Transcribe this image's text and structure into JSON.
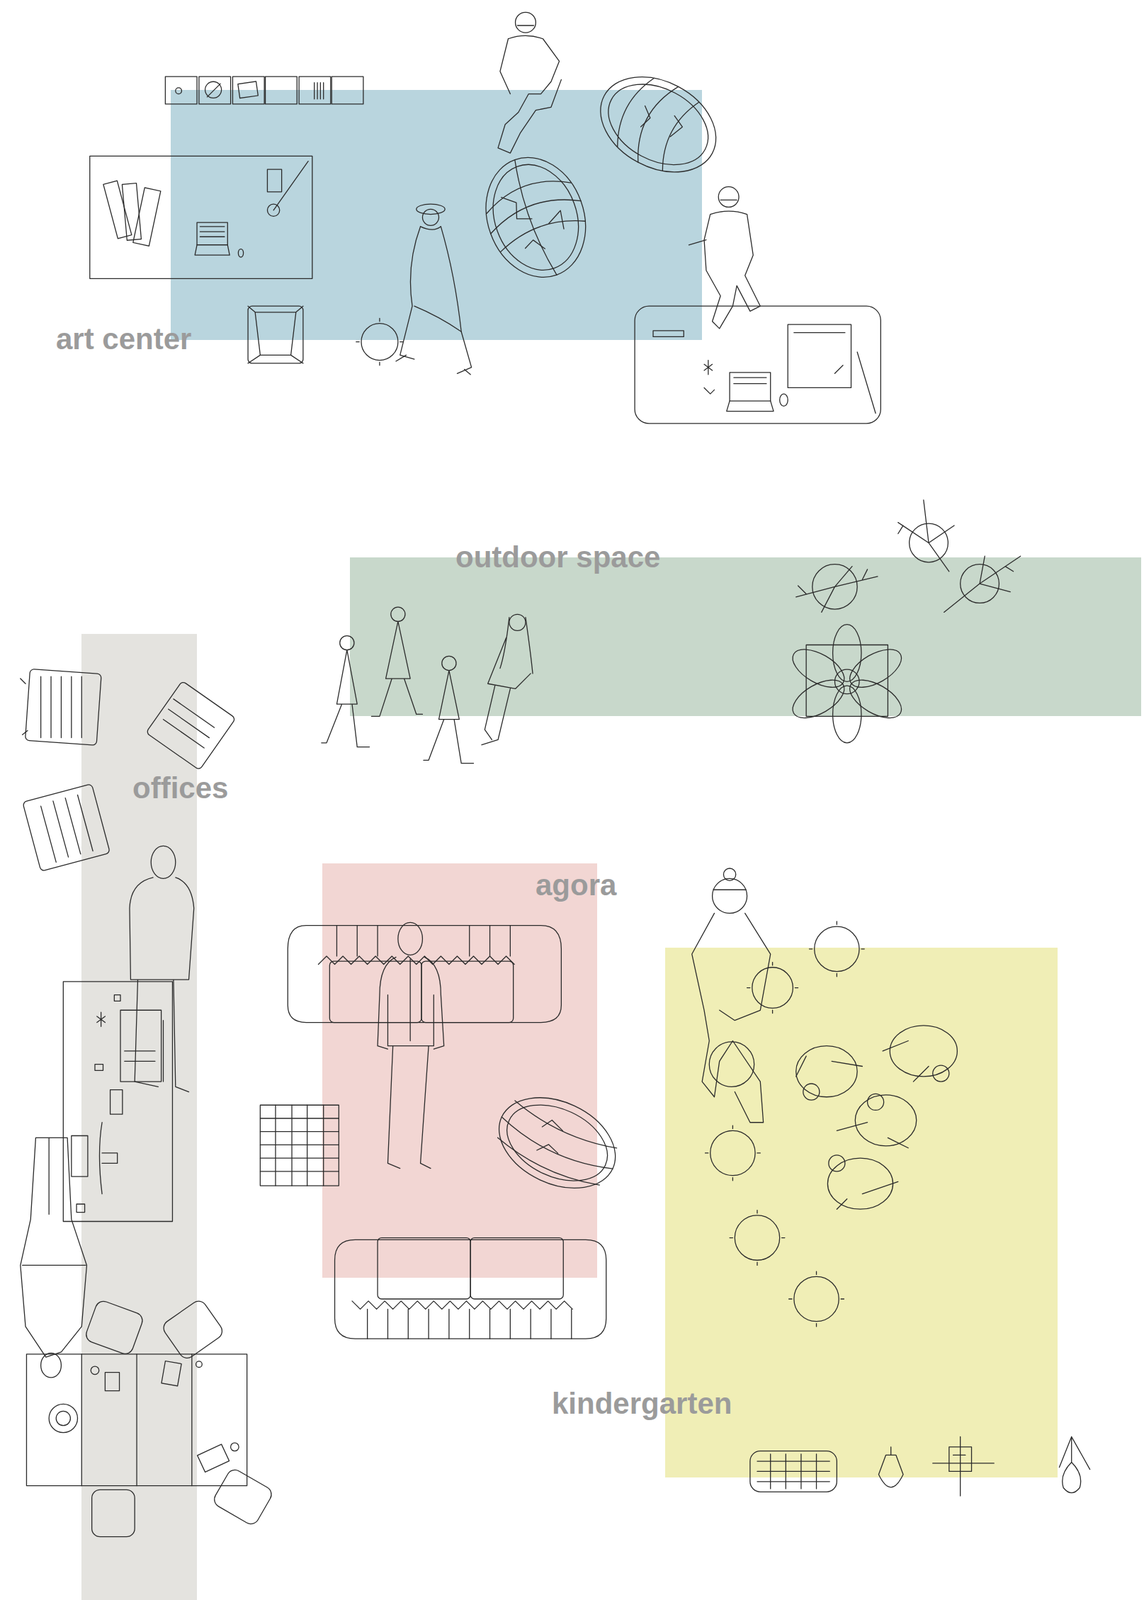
{
  "diagram": {
    "nodes": [
      {
        "text": [
          "art center"
        ]
      },
      {
        "text": [
          "outdoor space"
        ]
      },
      {
        "text": [
          "offices"
        ]
      },
      {
        "text": [
          "agora"
        ]
      },
      {
        "text": [
          "kindergarten"
        ]
      }
    ]
  }
}
